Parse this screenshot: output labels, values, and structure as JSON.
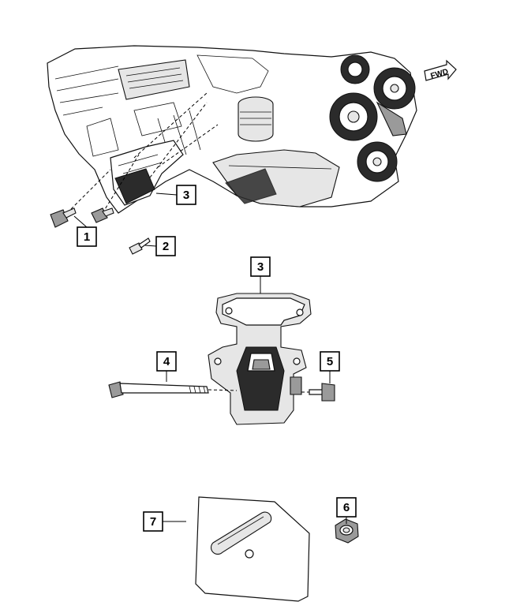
{
  "diagram": {
    "direction_label": "FWD",
    "callouts": [
      {
        "id": "callout-1",
        "label": "1"
      },
      {
        "id": "callout-2",
        "label": "2"
      },
      {
        "id": "callout-3-engine",
        "label": "3"
      },
      {
        "id": "callout-3-detail",
        "label": "3"
      },
      {
        "id": "callout-4",
        "label": "4"
      },
      {
        "id": "callout-5",
        "label": "5"
      },
      {
        "id": "callout-6",
        "label": "6"
      },
      {
        "id": "callout-7",
        "label": "7"
      }
    ]
  }
}
